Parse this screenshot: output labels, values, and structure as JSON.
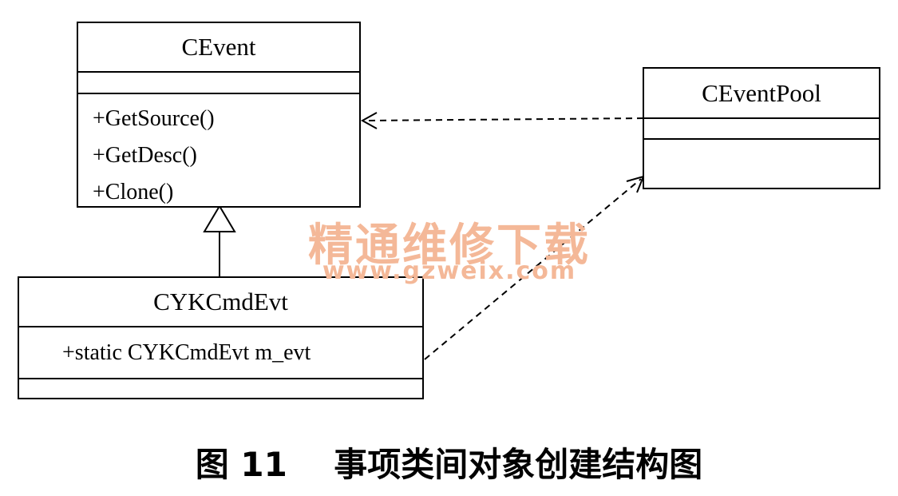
{
  "classes": {
    "cevent": {
      "name": "CEvent",
      "operations": [
        "+GetSource()",
        "+GetDesc()",
        "+Clone()"
      ]
    },
    "ceventpool": {
      "name": "CEventPool"
    },
    "cykcmdevt": {
      "name": "CYKCmdEvt",
      "attributes": [
        "+static CYKCmdEvt m_evt"
      ]
    }
  },
  "watermark": {
    "text": "精通维修下载",
    "url": "www.gzweix.com"
  },
  "caption": "图 11    事项类间对象创建结构图"
}
